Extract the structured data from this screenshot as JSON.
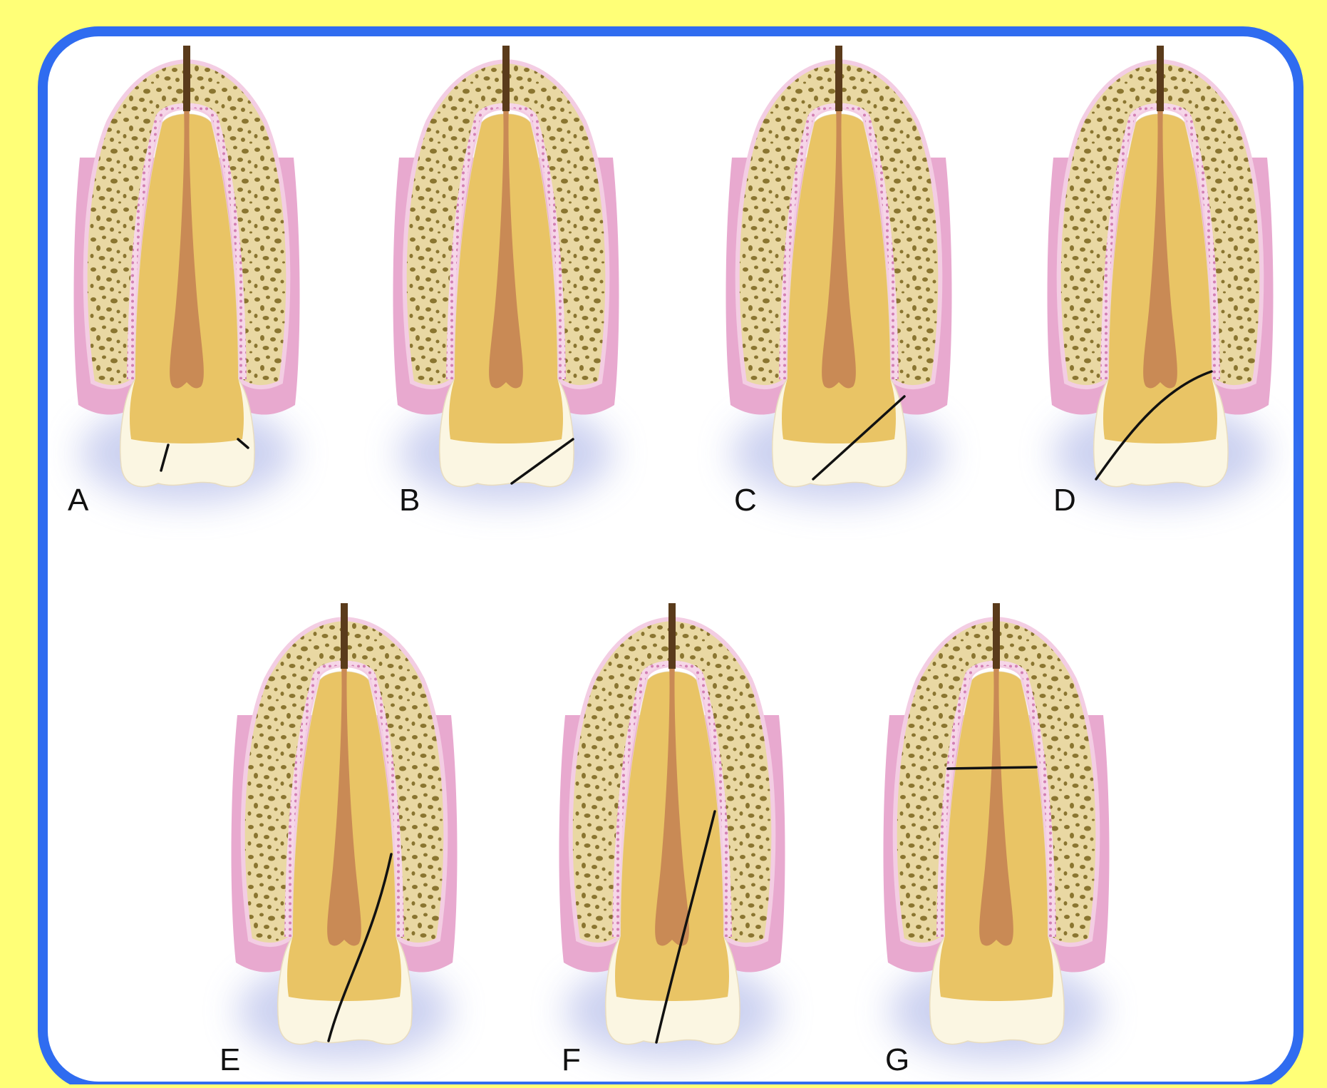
{
  "colors": {
    "page_background": "#ffff77",
    "frame_border": "#2f6cf0",
    "frame_fill": "#ffffff",
    "gingiva": "#e8a9cf",
    "gingiva_light": "#f3cde3",
    "bone": "#e9d8a3",
    "bone_pores": "#8a7530",
    "ligament": "#f0b8d6",
    "dentin": "#e9c465",
    "pulp": "#c98a55",
    "enamel": "#fbf6e2",
    "fracture_line": "#111111",
    "shadow": "#c7cdef"
  },
  "diagram": {
    "panels": [
      {
        "id": "A",
        "label": "A",
        "fracture": "enamel-infraction"
      },
      {
        "id": "B",
        "label": "B",
        "fracture": "enamel-chip"
      },
      {
        "id": "C",
        "label": "C",
        "fracture": "enamel-dentin"
      },
      {
        "id": "D",
        "label": "D",
        "fracture": "complicated-crown"
      },
      {
        "id": "E",
        "label": "E",
        "fracture": "crown-root"
      },
      {
        "id": "F",
        "label": "F",
        "fracture": "crown-root-oblique"
      },
      {
        "id": "G",
        "label": "G",
        "fracture": "horizontal-root"
      }
    ]
  }
}
